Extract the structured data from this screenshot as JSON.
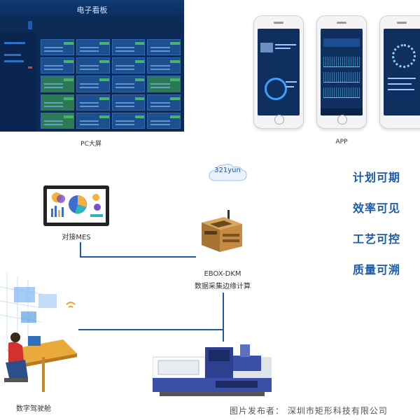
{
  "pc_dashboard": {
    "title": "电子看板",
    "caption": "PC大屏"
  },
  "app": {
    "caption": "APP"
  },
  "cloud": {
    "label": "321yun"
  },
  "mes": {
    "caption": "对接MES"
  },
  "ebox": {
    "name": "EBOX-DKM",
    "desc": "数据采集边缘计算"
  },
  "digital_cockpit": {
    "caption": "数字驾驶舱"
  },
  "slogans": [
    "计划可期",
    "效率可见",
    "工艺可控",
    "质量可溯"
  ],
  "footer": "图片发布者：  深圳市矩形科技有限公司",
  "colors": {
    "accent": "#1c5aa8",
    "dashboard_bg": "#0c2a55"
  }
}
